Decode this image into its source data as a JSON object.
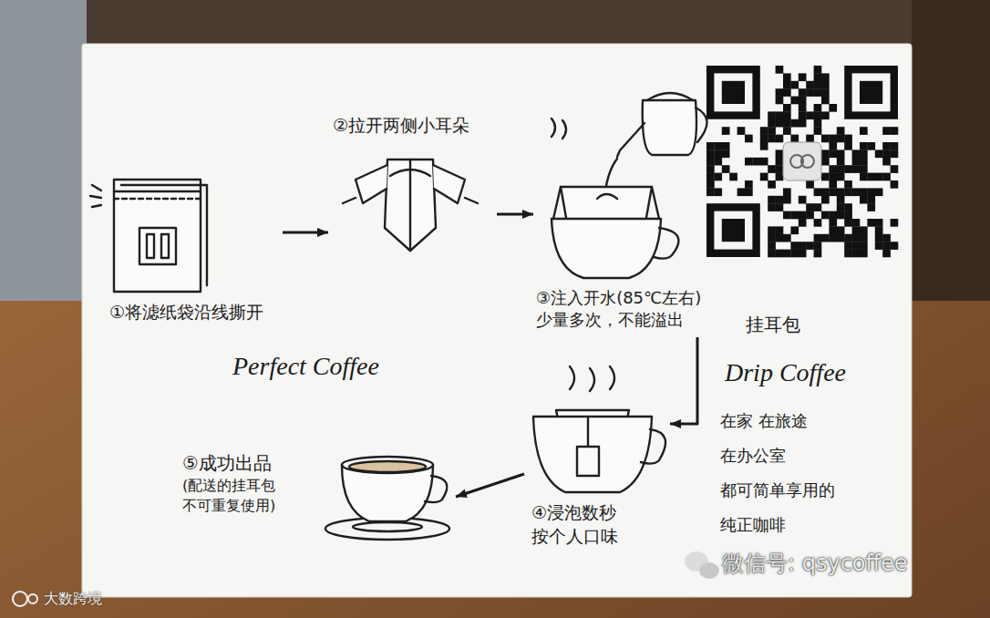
{
  "diagram": {
    "nodes": [
      {
        "text": [
          "①将滤纸袋沿线撕开"
        ]
      },
      {
        "text": [
          "②拉开两侧小耳朵"
        ]
      },
      {
        "text": [
          "③注入开水(85℃左右) 少量多次，不能溢出"
        ]
      },
      {
        "text": [
          "④浸泡数秒 按个人口味"
        ]
      },
      {
        "text": [
          "⑤成功出品",
          "(配送的挂耳包 不可重复使用)"
        ]
      }
    ],
    "edges": [
      {
        "from": 0,
        "to": 1,
        "arrow": "to"
      },
      {
        "from": 1,
        "to": 2,
        "arrow": "to"
      },
      {
        "from": 2,
        "to": 3,
        "arrow": "to"
      },
      {
        "from": 3,
        "to": 4,
        "arrow": "to"
      }
    ],
    "labels": [
      "Perfect Coffee",
      "挂耳包",
      "Drip Coffee",
      "在家 在旅途",
      "在办公室",
      "都可简单享用的",
      "纯正咖啡",
      "微信号: qsycoffee",
      "大数跨境"
    ]
  }
}
